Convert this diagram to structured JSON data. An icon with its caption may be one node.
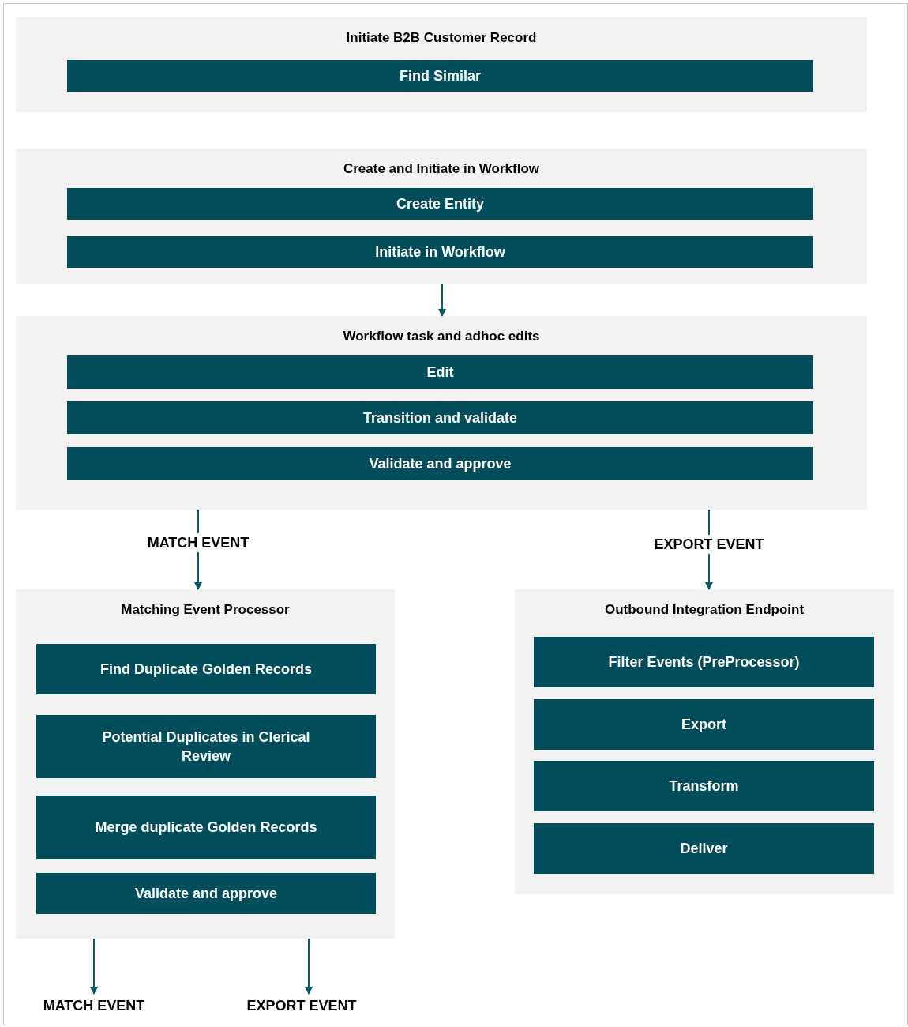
{
  "diagram": {
    "nodes": [
      {
        "text": [
          "Initiate B2B Customer Record"
        ]
      },
      {
        "text": [
          "Find Similar"
        ],
        "in": 0
      },
      {
        "text": [
          "Create and Initiate in Workflow"
        ]
      },
      {
        "text": [
          "Create Entity"
        ],
        "in": 2
      },
      {
        "text": [
          "Initiate in Workflow"
        ],
        "in": 2
      },
      {
        "text": [
          "Workflow task and adhoc edits"
        ]
      },
      {
        "text": [
          "Edit"
        ],
        "in": 5
      },
      {
        "text": [
          "Transition and validate"
        ],
        "in": 5
      },
      {
        "text": [
          "Validate and approve"
        ],
        "in": 5
      },
      {
        "text": [
          "Matching Event Processor"
        ]
      },
      {
        "text": [
          "Find Duplicate Golden Records"
        ],
        "in": 9
      },
      {
        "text": [
          "Potential Duplicates in Clerical Review"
        ],
        "in": 9
      },
      {
        "text": [
          "Merge duplicate Golden Records"
        ],
        "in": 9
      },
      {
        "text": [
          "Validate and approve"
        ],
        "in": 9
      },
      {
        "text": [
          "Outbound Integration Endpoint"
        ]
      },
      {
        "text": [
          "Filter Events (PreProcessor)"
        ],
        "in": 14
      },
      {
        "text": [
          "Export"
        ],
        "in": 14
      },
      {
        "text": [
          "Transform"
        ],
        "in": 14
      },
      {
        "text": [
          "Deliver"
        ],
        "in": 14
      },
      {
        "text": [
          "MATCH EVENT"
        ]
      },
      {
        "text": [
          "EXPORT EVENT"
        ]
      }
    ],
    "edges": [
      {
        "from": 2,
        "to": 5,
        "arrow": "to"
      },
      {
        "from": 5,
        "to": 9,
        "arrow": "to",
        "label": "MATCH EVENT"
      },
      {
        "from": 5,
        "to": 14,
        "arrow": "to",
        "label": "EXPORT EVENT"
      },
      {
        "from": 9,
        "to": 19,
        "arrow": "to"
      },
      {
        "from": 9,
        "to": 20,
        "arrow": "to"
      }
    ]
  }
}
